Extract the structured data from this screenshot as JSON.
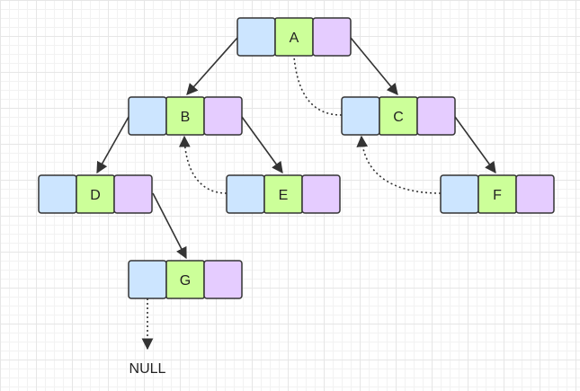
{
  "colors": {
    "left_cell": "#cce5ff",
    "data_cell": "#ccff99",
    "right_cell": "#e5ccff",
    "stroke": "#333333"
  },
  "nodes": [
    {
      "id": "A",
      "label": "A"
    },
    {
      "id": "B",
      "label": "B"
    },
    {
      "id": "C",
      "label": "C"
    },
    {
      "id": "D",
      "label": "D"
    },
    {
      "id": "E",
      "label": "E"
    },
    {
      "id": "F",
      "label": "F"
    },
    {
      "id": "G",
      "label": "G"
    }
  ],
  "null_label": "NULL",
  "child_edges": [
    {
      "from": "A",
      "to": "B"
    },
    {
      "from": "A",
      "to": "C"
    },
    {
      "from": "B",
      "to": "D"
    },
    {
      "from": "B",
      "to": "E"
    },
    {
      "from": "C",
      "to": "F"
    },
    {
      "from": "D",
      "to": "G"
    }
  ],
  "thread_edges": [
    {
      "from": "E",
      "to": "B"
    },
    {
      "from": "C",
      "to": "A"
    },
    {
      "from": "F",
      "to": "C"
    },
    {
      "from": "G",
      "to": "NULL"
    }
  ]
}
